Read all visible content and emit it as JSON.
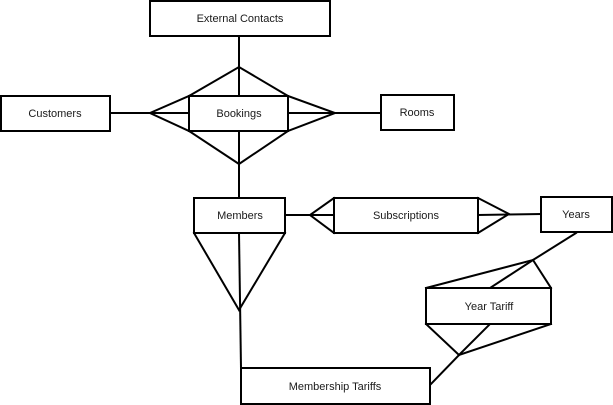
{
  "diagram": {
    "type": "entity-relationship",
    "entities": {
      "external_contacts": "External Contacts",
      "customers": "Customers",
      "bookings": "Bookings",
      "rooms": "Rooms",
      "members": "Members",
      "subscriptions": "Subscriptions",
      "years": "Years",
      "year_tariff": "Year Tariff",
      "membership_tariffs": "Membership Tariffs"
    },
    "relationships": [
      {
        "from": "External Contacts",
        "to": "Bookings",
        "to_cardinality": "many"
      },
      {
        "from": "Customers",
        "to": "Bookings",
        "to_cardinality": "many"
      },
      {
        "from": "Rooms",
        "to": "Bookings",
        "to_cardinality": "many"
      },
      {
        "from": "Members",
        "to": "Bookings",
        "to_cardinality": "many"
      },
      {
        "from": "Members",
        "to": "Subscriptions",
        "to_cardinality": "many"
      },
      {
        "from": "Years",
        "to": "Subscriptions",
        "to_cardinality": "many"
      },
      {
        "from": "Membership Tariffs",
        "to": "Members",
        "to_cardinality": "many"
      },
      {
        "from": "Years",
        "to": "Year Tariff",
        "to_cardinality": "many"
      },
      {
        "from": "Membership Tariffs",
        "to": "Year Tariff",
        "to_cardinality": "many"
      }
    ],
    "colors": {
      "stroke": "#000000",
      "fill": "#ffffff",
      "text": "#1a1a1a"
    }
  }
}
